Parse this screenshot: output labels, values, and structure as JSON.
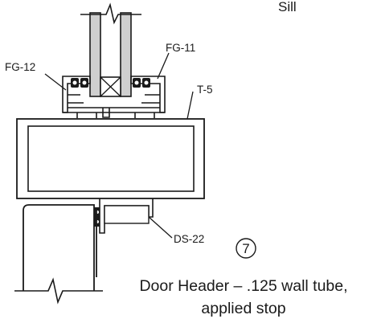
{
  "diagram": {
    "top_label": "Sill",
    "labels": {
      "fg12": "FG-12",
      "fg11": "FG-11",
      "t5": "T-5",
      "ds22": "DS-22"
    },
    "detail_number": "7",
    "caption_line1": "Door Header – .125 wall tube,",
    "caption_line2": "applied stop"
  },
  "colors": {
    "line": "#1a1a1a",
    "glass": "#cfcfcf",
    "background": "#ffffff"
  }
}
